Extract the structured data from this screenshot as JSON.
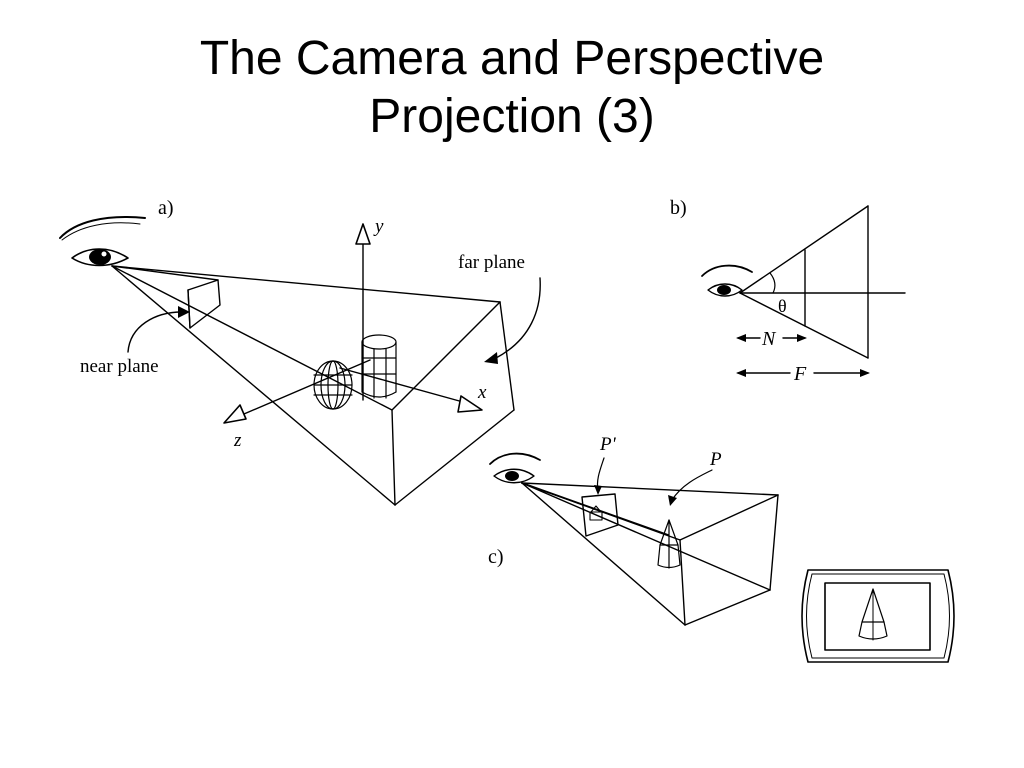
{
  "slide": {
    "title_line1": "The Camera and Perspective",
    "title_line2": "Projection (3)"
  },
  "panel_a": {
    "label": "a)",
    "axis_y": "y",
    "axis_x": "x",
    "axis_z": "z",
    "far_plane": "far plane",
    "near_plane": "near plane"
  },
  "panel_b": {
    "label": "b)",
    "theta": "θ",
    "near_dist": "N",
    "far_dist": "F"
  },
  "panel_c": {
    "label": "c)",
    "point_projected": "P'",
    "point": "P"
  },
  "colors": {
    "ink": "#000000",
    "background": "#ffffff"
  }
}
